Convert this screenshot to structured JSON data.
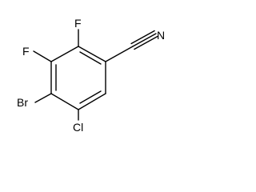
{
  "molecule": {
    "atoms": {
      "nitrogen": "N",
      "fluorine_top": "F",
      "fluorine_left": "F",
      "bromine": "Br",
      "chlorine": "Cl"
    }
  },
  "colors": {
    "bond": "#000000",
    "label": "#000000",
    "background": "#ffffff"
  }
}
